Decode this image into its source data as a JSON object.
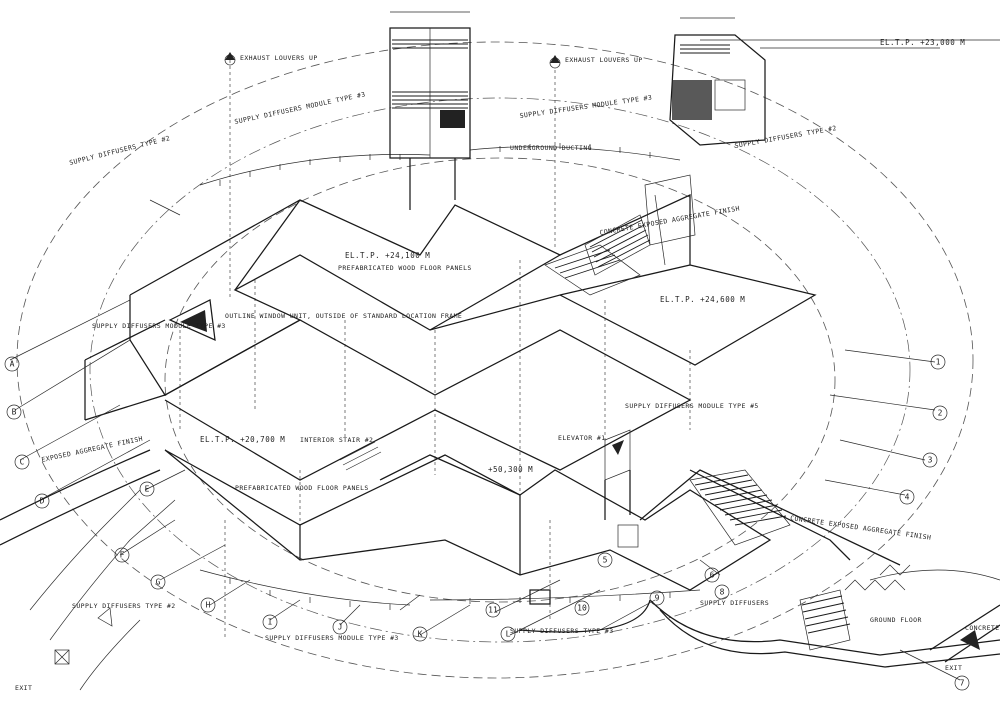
{
  "drawing": {
    "notes": {
      "exhaust_up_left": "EXHAUST LOUVERS UP",
      "exhaust_up_right": "EXHAUST LOUVERS UP",
      "supply_upper_left": "SUPPLY DIFFUSERS MODULE TYPE #3",
      "supply_upper_mid": "SUPPLY DIFFUSERS MODULE TYPE #3",
      "supply_far_left": "SUPPLY DIFFUSERS TYPE #2",
      "supply_upper_right": "SUPPLY DIFFUSERS TYPE #2",
      "supply_left_mid": "SUPPLY DIFFUSERS MODULE TYPE #3",
      "supply_center_right": "SUPPLY DIFFUSERS MODULE TYPE #5",
      "supply_lower_left": "SUPPLY DIFFUSERS TYPE #2",
      "supply_lower_mid": "SUPPLY DIFFUSERS MODULE TYPE #3",
      "supply_lower_center": "SUPPLY DIFFUSERS TYPE #3",
      "supply_lower_right": "SUPPLY DIFFUSERS",
      "underground_duct": "UNDERGROUND DUCTING",
      "prefab_upper": "PREFABRICATED WOOD FLOOR PANELS",
      "prefab_lower": "PREFABRICATED WOOD FLOOR PANELS",
      "exposed_aggregate": "EXPOSED AGGREGATE FINISH",
      "concrete_exposed": "CONCRETE EXPOSED AGGREGATE FINISH",
      "concrete_exposed_right": "CONCRETE EXPOSED AGGREGATE FINISH",
      "concrete_far_right": "CONCRETE",
      "elevator": "ELEVATOR #1",
      "interior_stair": "INTERIOR STAIR #2",
      "window_unit": "OUTLINE WINDOW UNIT, OUTSIDE OF STANDARD LOCATION FRAME",
      "ground_floor": "GROUND FLOOR",
      "exit_left": "EXIT",
      "exit_right": "EXIT",
      "elt_upper_mid": "EL.T.P. +24,100 M",
      "elt_mid_right": "EL.T.P. +24,600 M",
      "elt_left": "EL.T.P. +20,700 M",
      "elt_center": "+50,300 M",
      "elt_top_right": "EL.T.P. +23,000 M"
    },
    "grid_left": [
      {
        "id": "A"
      },
      {
        "id": "B"
      },
      {
        "id": "C"
      },
      {
        "id": "D"
      },
      {
        "id": "E"
      },
      {
        "id": "F"
      },
      {
        "id": "G"
      },
      {
        "id": "H"
      },
      {
        "id": "I"
      },
      {
        "id": "J"
      },
      {
        "id": "K"
      },
      {
        "id": "L"
      }
    ],
    "grid_right": [
      {
        "id": "1"
      },
      {
        "id": "2"
      },
      {
        "id": "3"
      },
      {
        "id": "4"
      },
      {
        "id": "5"
      },
      {
        "id": "6"
      },
      {
        "id": "7"
      },
      {
        "id": "8"
      },
      {
        "id": "9"
      },
      {
        "id": "10"
      },
      {
        "id": "11"
      }
    ]
  }
}
